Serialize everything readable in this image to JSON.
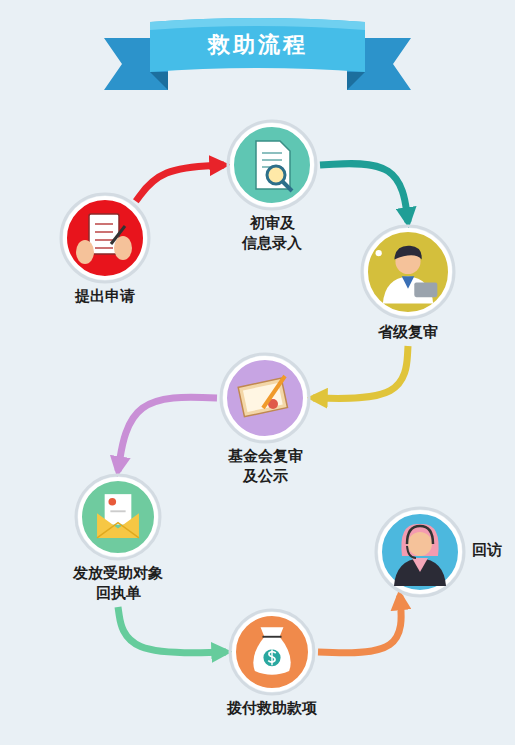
{
  "diagram": {
    "title": "救助流程",
    "nodes": [
      {
        "text": [
          "提出申请"
        ]
      },
      {
        "text": [
          "初审及 信息录入"
        ]
      },
      {
        "text": [
          "省级复审"
        ]
      },
      {
        "text": [
          "基金会复审 及公示"
        ]
      },
      {
        "text": [
          "发放受助对象 回执单"
        ]
      },
      {
        "text": [
          "拨付救助款项"
        ]
      },
      {
        "text": [
          "回访"
        ]
      }
    ],
    "edges": [
      {
        "from": 0,
        "to": 1,
        "arrow": "to"
      },
      {
        "from": 1,
        "to": 2,
        "arrow": "to"
      },
      {
        "from": 2,
        "to": 3,
        "arrow": "to"
      },
      {
        "from": 3,
        "to": 4,
        "arrow": "to"
      },
      {
        "from": 4,
        "to": 5,
        "arrow": "to"
      },
      {
        "from": 5,
        "to": 6,
        "arrow": "to"
      }
    ]
  }
}
